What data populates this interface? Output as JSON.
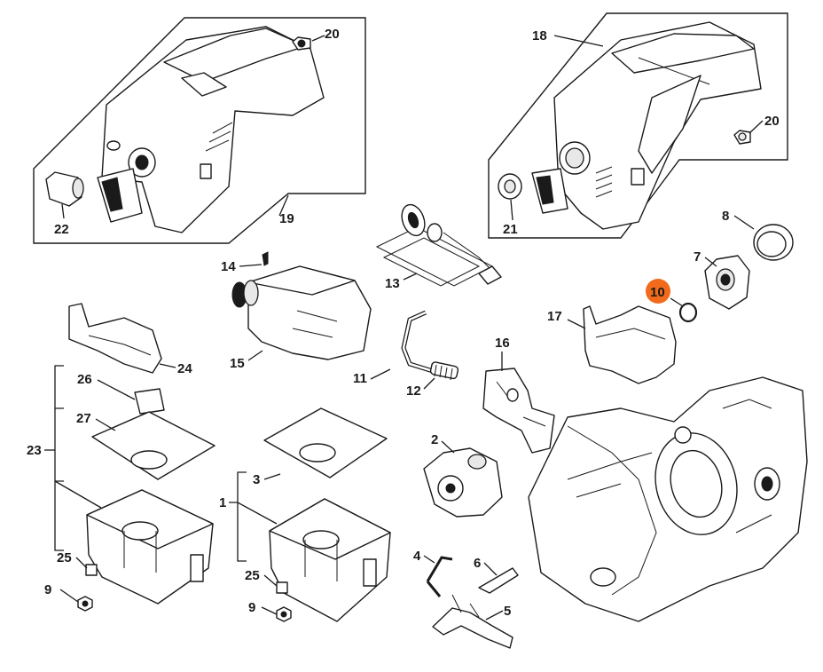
{
  "diagram": {
    "highlight_color": "#f26a1b",
    "highlighted_part": "10",
    "labels": {
      "l20a": "20",
      "l19": "19",
      "l22": "22",
      "l18": "18",
      "l20b": "20",
      "l21": "21",
      "l8": "8",
      "l7": "7",
      "l10": "10",
      "l13": "13",
      "l14": "14",
      "l15": "15",
      "l17": "17",
      "l16": "16",
      "l11": "11",
      "l12": "12",
      "l24": "24",
      "l26": "26",
      "l27": "27",
      "l23": "23",
      "l25a": "25",
      "l9a": "9",
      "l3": "3",
      "l1": "1",
      "l25b": "25",
      "l9b": "9",
      "l2": "2",
      "l4": "4",
      "l6": "6",
      "l5": "5"
    }
  }
}
